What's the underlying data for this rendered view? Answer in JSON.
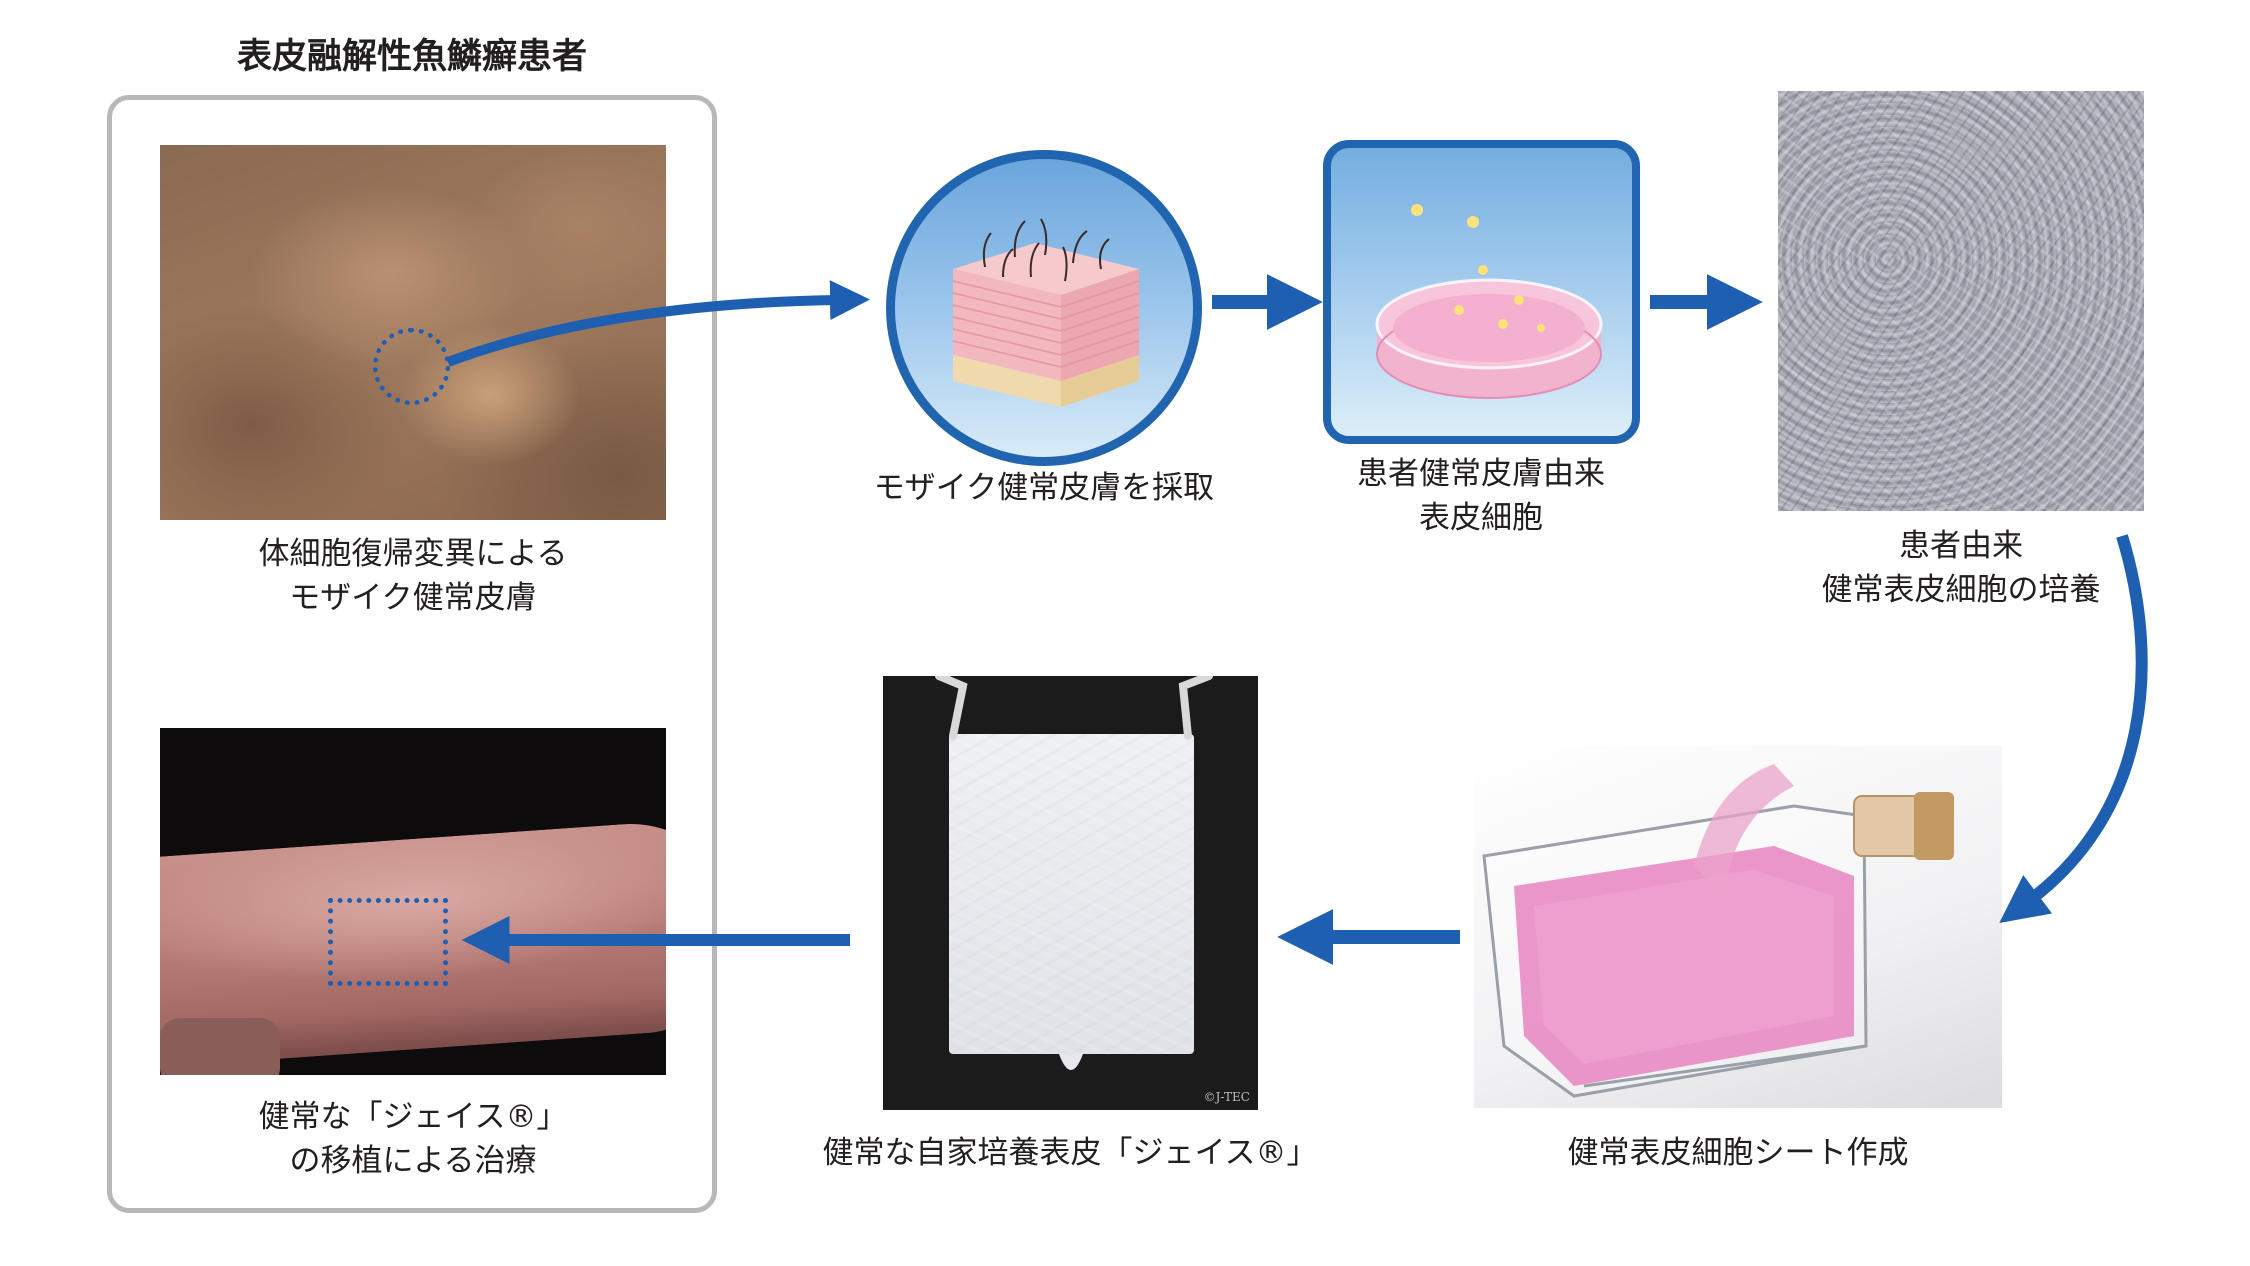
{
  "title": "表皮融解性魚鱗癬患者",
  "steps": {
    "mosaic_skin": [
      "体細胞復帰変異による",
      "モザイク健常皮膚"
    ],
    "harvest": [
      "モザイク健常皮膚を採取"
    ],
    "cells": [
      "患者健常皮膚由来",
      "表皮細胞"
    ],
    "culture": [
      "患者由来",
      "健常表皮細胞の培養"
    ],
    "sheet_creation": [
      "健常表皮細胞シート作成"
    ],
    "product": [
      "健常な自家培養表皮「ジェイス®」"
    ],
    "transplant": [
      "健常な「ジェイス®」",
      "の移植による治療"
    ]
  },
  "copyright": "©J-TEC",
  "colors": {
    "arrow": "#1f5fb1",
    "border": "#b8b8b8",
    "icon_ring": "#2165b0"
  },
  "icons": [
    "skin-block-icon",
    "petri-dish-icon"
  ]
}
